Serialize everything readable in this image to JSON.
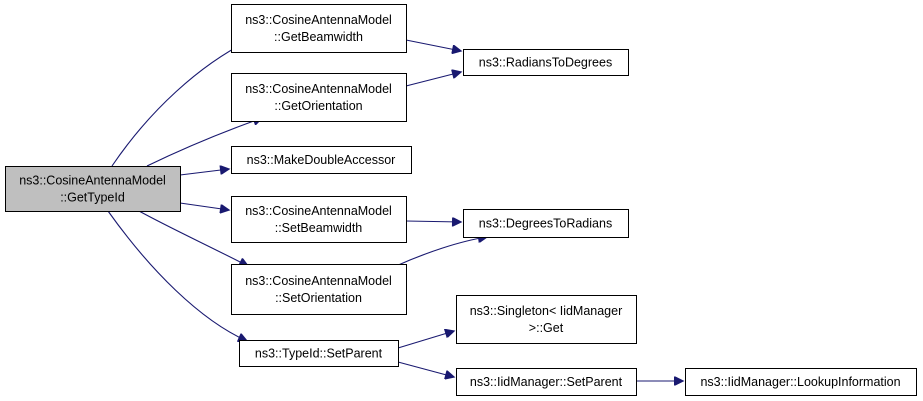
{
  "colors": {
    "edge": "#191970",
    "node_fill": "#ffffff",
    "root_fill": "#bfbfbf",
    "border": "#000000"
  },
  "nodes": [
    {
      "id": "root",
      "lines": [
        "ns3::CosineAntennaModel",
        "::GetTypeId"
      ],
      "highlighted": true
    },
    {
      "id": "getbeam",
      "lines": [
        "ns3::CosineAntennaModel",
        "::GetBeamwidth"
      ]
    },
    {
      "id": "getorient",
      "lines": [
        "ns3::CosineAntennaModel",
        "::GetOrientation"
      ]
    },
    {
      "id": "makedouble",
      "lines": [
        "ns3::MakeDoubleAccessor"
      ]
    },
    {
      "id": "setbeam",
      "lines": [
        "ns3::CosineAntennaModel",
        "::SetBeamwidth"
      ]
    },
    {
      "id": "setorient",
      "lines": [
        "ns3::CosineAntennaModel",
        "::SetOrientation"
      ]
    },
    {
      "id": "setparent",
      "lines": [
        "ns3::TypeId::SetParent"
      ]
    },
    {
      "id": "rad2deg",
      "lines": [
        "ns3::RadiansToDegrees"
      ]
    },
    {
      "id": "deg2rad",
      "lines": [
        "ns3::DegreesToRadians"
      ]
    },
    {
      "id": "singleton",
      "lines": [
        "ns3::Singleton< IidManager",
        ">::Get"
      ]
    },
    {
      "id": "iidsetparent",
      "lines": [
        "ns3::IidManager::SetParent"
      ]
    },
    {
      "id": "lookup",
      "lines": [
        "ns3::IidManager::LookupInformation"
      ]
    }
  ],
  "edges": [
    {
      "from": "root",
      "to": "getbeam"
    },
    {
      "from": "root",
      "to": "getorient"
    },
    {
      "from": "root",
      "to": "makedouble"
    },
    {
      "from": "root",
      "to": "setbeam"
    },
    {
      "from": "root",
      "to": "setorient"
    },
    {
      "from": "root",
      "to": "setparent"
    },
    {
      "from": "getbeam",
      "to": "rad2deg"
    },
    {
      "from": "getorient",
      "to": "rad2deg"
    },
    {
      "from": "setbeam",
      "to": "deg2rad"
    },
    {
      "from": "setorient",
      "to": "deg2rad"
    },
    {
      "from": "setparent",
      "to": "singleton"
    },
    {
      "from": "setparent",
      "to": "iidsetparent"
    },
    {
      "from": "iidsetparent",
      "to": "lookup"
    }
  ]
}
